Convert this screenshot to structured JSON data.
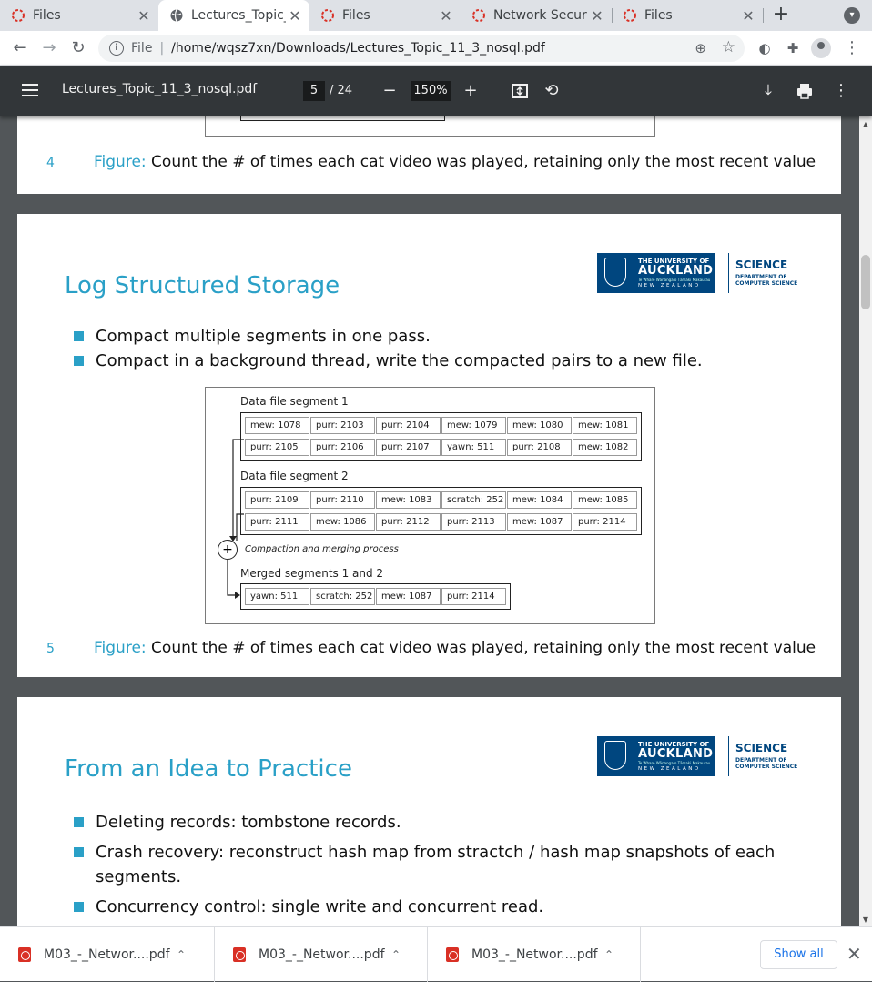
{
  "tabs": [
    {
      "label": "Files",
      "icon": "loading-icon",
      "active": false
    },
    {
      "label": "Lectures_Topic_",
      "icon": "globe-icon",
      "active": true
    },
    {
      "label": "Files",
      "icon": "loading-icon",
      "active": false
    },
    {
      "label": "Network Securi",
      "icon": "loading-icon",
      "active": false
    },
    {
      "label": "Files",
      "icon": "loading-icon",
      "active": false
    }
  ],
  "address": {
    "scheme": "File",
    "url": "/home/wqsz7xn/Downloads/Lectures_Topic_11_3_nosql.pdf"
  },
  "pdf": {
    "title": "Lectures_Topic_11_3_nosql.pdf",
    "current_page": "5",
    "total_pages": "/ 24",
    "zoom": "150%"
  },
  "page4": {
    "fig_num": "4",
    "fig_label": "Figure:",
    "caption": "Count the # of times each cat video was played, retaining only the most recent value"
  },
  "page5": {
    "title": "Log Structured Storage",
    "bullets": [
      "Compact multiple segments in one pass.",
      "Compact in a background thread, write the compacted pairs to a new file."
    ],
    "diagram": {
      "seg1_label": "Data file segment 1",
      "seg1_rows": [
        [
          "mew: 1078",
          "purr: 2103",
          "purr: 2104",
          "mew: 1079",
          "mew: 1080",
          "mew: 1081"
        ],
        [
          "purr: 2105",
          "purr: 2106",
          "purr: 2107",
          "yawn: 511",
          "purr: 2108",
          "mew: 1082"
        ]
      ],
      "seg2_label": "Data file segment 2",
      "seg2_rows": [
        [
          "purr: 2109",
          "purr: 2110",
          "mew: 1083",
          "scratch: 252",
          "mew: 1084",
          "mew: 1085"
        ],
        [
          "purr: 2111",
          "mew: 1086",
          "purr: 2112",
          "purr: 2113",
          "mew: 1087",
          "purr: 2114"
        ]
      ],
      "process_label": "Compaction and merging process",
      "merged_label": "Merged segments 1 and 2",
      "merged_row": [
        "yawn: 511",
        "scratch: 252",
        "mew: 1087",
        "purr: 2114"
      ]
    },
    "fig_num": "5",
    "fig_label": "Figure:",
    "caption": "Count the # of times each cat video was played, retaining only the most recent value"
  },
  "page6": {
    "title": "From an Idea to Practice",
    "bullets": [
      "Deleting records: tombstone records.",
      "Crash recovery: reconstruct hash map from stractch / hash map snapshots of each segments.",
      "Concurrency control: single write and concurrent read."
    ]
  },
  "logo": {
    "line1": "THE UNIVERSITY OF",
    "line2": "AUCKLAND",
    "line3": "Te Whare Wānanga o Tāmaki Makaurau",
    "line4": "NEW ZEALAND",
    "science": "SCIENCE",
    "dept1": "DEPARTMENT OF",
    "dept2": "COMPUTER SCIENCE"
  },
  "downloads": {
    "items": [
      "M03_-_Networ....pdf",
      "M03_-_Networ....pdf",
      "M03_-_Networ....pdf"
    ],
    "show_all": "Show all"
  },
  "colors": {
    "accent": "#2aa0c7",
    "uoa_blue": "#00467f",
    "pdf_toolbar": "#323639"
  }
}
